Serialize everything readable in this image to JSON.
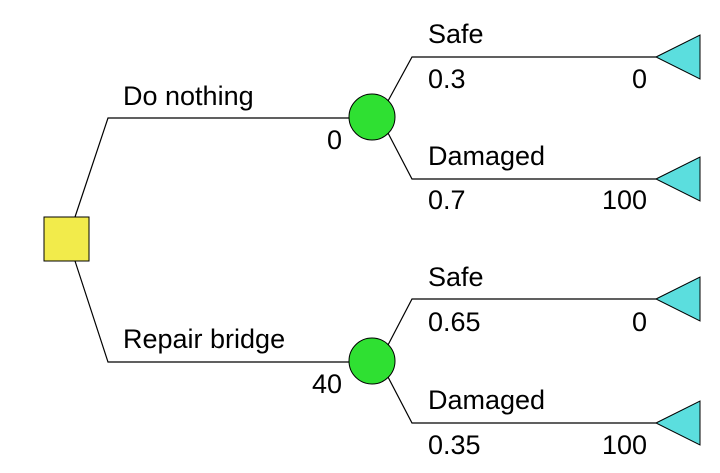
{
  "colors": {
    "decision_node": "#F2EB4B",
    "chance_node": "#2FE032",
    "terminal_node": "#5BDEDE",
    "line": "#000000",
    "background": "#FFFFFF"
  },
  "decision": {
    "node": "decision-square",
    "branches": [
      {
        "label": "Do nothing",
        "value": "0",
        "outcomes": [
          {
            "label": "Safe",
            "probability": "0.3",
            "payoff": "0"
          },
          {
            "label": "Damaged",
            "probability": "0.7",
            "payoff": "100"
          }
        ]
      },
      {
        "label": "Repair bridge",
        "value": "40",
        "outcomes": [
          {
            "label": "Safe",
            "probability": "0.65",
            "payoff": "0"
          },
          {
            "label": "Damaged",
            "probability": "0.35",
            "payoff": "100"
          }
        ]
      }
    ]
  }
}
